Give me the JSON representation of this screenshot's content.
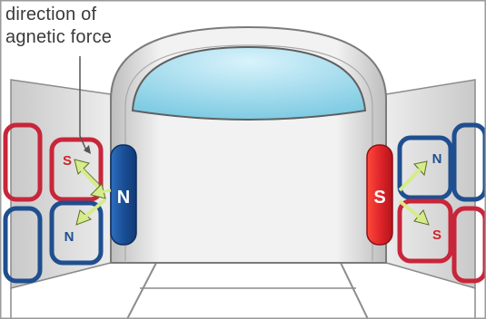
{
  "caption": {
    "line1": "direction of",
    "line2": "agnetic force"
  },
  "magnets": {
    "train_left_pole": "N",
    "train_right_pole": "S",
    "wall_left_top_pole": "S",
    "wall_left_bottom_pole": "N",
    "wall_right_top_pole": "N",
    "wall_right_bottom_pole": "S"
  },
  "colors": {
    "north_blue": "#1f5fa8",
    "south_red": "#e0262a",
    "force_arrow": "#d6ec8a",
    "window_cyan": "#8fd6ea"
  }
}
